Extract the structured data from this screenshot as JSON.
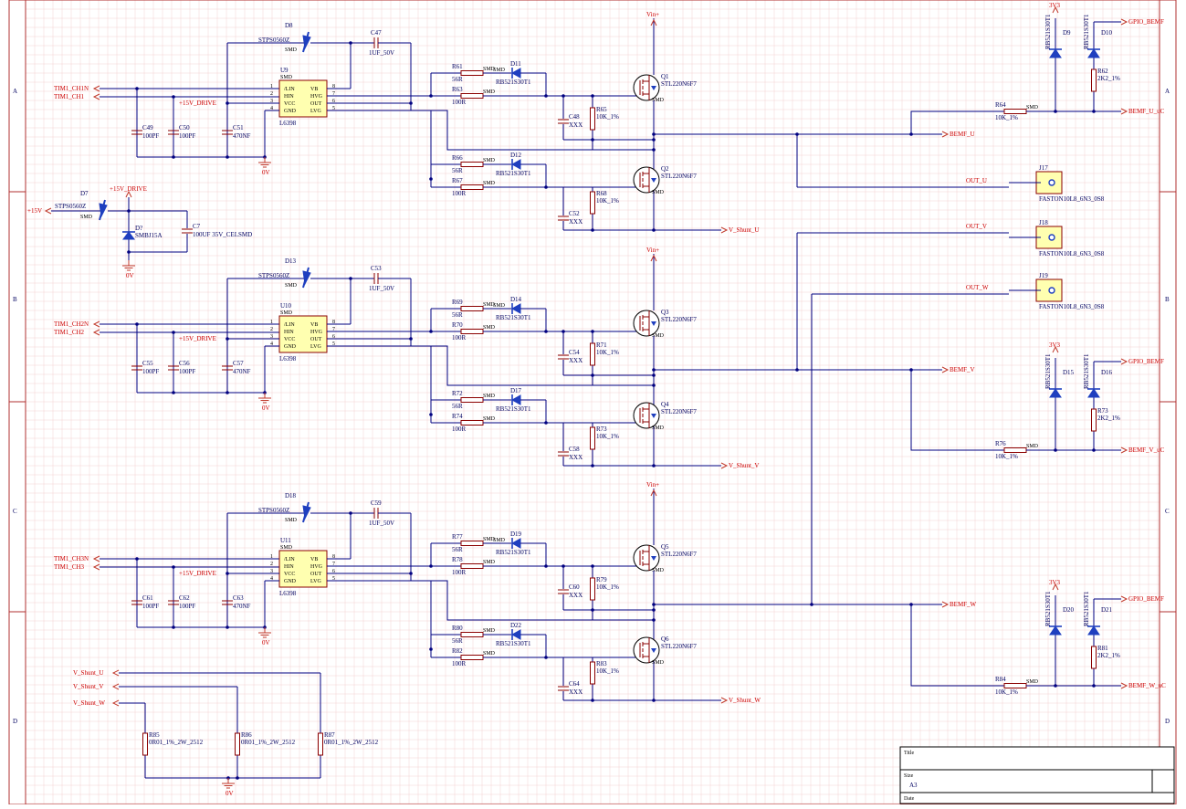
{
  "frame": {
    "zones_left": [
      "A",
      "B",
      "C",
      "D"
    ],
    "title_block": {
      "title_label": "Title",
      "size_label": "Size",
      "size_value": "A3",
      "date_label": "Date"
    }
  },
  "net_labels": {
    "vin": "Vin+",
    "v3v3": "3V3",
    "gpio_bemf": "GPIO_BEMF",
    "gnd": "0V",
    "v15": "+15V",
    "v15_drive": "+15V_DRIVE",
    "tim1_ch1n": "TIM1_CH1N",
    "tim1_ch1": "TIM1_CH1",
    "tim1_ch2n": "TIM1_CH2N",
    "tim1_ch2": "TIM1_CH2",
    "tim1_ch3n": "TIM1_CH3N",
    "tim1_ch3": "TIM1_CH3",
    "bemf_u": "BEMF_U",
    "bemf_v": "BEMF_V",
    "bemf_w": "BEMF_W",
    "bemf_u_uc": "BEMF_U_uC",
    "bemf_v_uc": "BEMF_V_uC",
    "bemf_w_uc": "BEMF_W_uC",
    "out_u": "OUT_U",
    "out_v": "OUT_V",
    "out_w": "OUT_W",
    "v_shunt_u": "V_Shunt_U",
    "v_shunt_v": "V_Shunt_V",
    "v_shunt_w": "V_Shunt_W"
  },
  "driver": {
    "part": "L6398",
    "pkg": "SMD",
    "pins_left": [
      "/LIN",
      "HIN",
      "VCC",
      "GND"
    ],
    "pins_right": [
      "VB",
      "HVG",
      "OUT",
      "LVG"
    ],
    "pin_numbers_left": [
      "1",
      "2",
      "3",
      "4"
    ],
    "pin_numbers_right": [
      "8",
      "7",
      "6",
      "5"
    ],
    "bootstrap_diode": "STPS0560Z",
    "bootstrap_cap": "1UF_50V"
  },
  "phases": [
    {
      "ic": "U9",
      "diode": "D8",
      "cap": "C47",
      "c_in1": "C49",
      "c_in2": "C50",
      "c_vcc": "C51",
      "r_h": "R61",
      "r_h2": "R63",
      "d_h": "D11",
      "r_pd_h": "R65",
      "c_h": "C48",
      "q_h": "Q1",
      "r_l": "R66",
      "r_l2": "R67",
      "d_l": "D12",
      "r_pd_l": "R68",
      "c_l": "C52",
      "q_l": "Q2"
    },
    {
      "ic": "U10",
      "diode": "D13",
      "cap": "C53",
      "c_in1": "C55",
      "c_in2": "C56",
      "c_vcc": "C57",
      "r_h": "R69",
      "r_h2": "R70",
      "d_h": "D14",
      "r_pd_h": "R71",
      "c_h": "C54",
      "q_h": "Q3",
      "r_l": "R72",
      "r_l2": "R74",
      "d_l": "D17",
      "r_pd_l": "R73",
      "c_l": "C58",
      "q_l": "Q4"
    },
    {
      "ic": "U11",
      "diode": "D18",
      "cap": "C59",
      "c_in1": "C61",
      "c_in2": "C62",
      "c_vcc": "C63",
      "r_h": "R77",
      "r_h2": "R78",
      "d_h": "D19",
      "r_pd_h": "R79",
      "c_h": "C60",
      "q_h": "Q5",
      "r_l": "R80",
      "r_l2": "R82",
      "d_l": "D22",
      "r_pd_l": "R83",
      "c_l": "C64",
      "q_l": "Q6"
    }
  ],
  "values": {
    "c100pf": "100PF",
    "c470nf": "470NF",
    "r56": "56R",
    "r100": "100R",
    "r10k": "10K_1%",
    "r2k2": "2K2_1%",
    "xxx": "XXX",
    "fet": "STL220N6F7",
    "rb": "RB521S30T1",
    "smd": "SMD"
  },
  "supply": {
    "diode": "D7",
    "diode_part": "STPS0560Z",
    "tvs": "D?",
    "tvs_part": "SMBJ15A",
    "cap": "C7",
    "cap_value": "100UF 35V_CELSMD"
  },
  "bemf": [
    {
      "r_series": "R64",
      "r_div": "R62",
      "d_a": "D9",
      "d_b": "D10"
    },
    {
      "r_series": "R76",
      "r_div": "R73",
      "d_a": "D15",
      "d_b": "D16"
    },
    {
      "r_series": "R84",
      "r_div": "R81",
      "d_a": "D20",
      "d_b": "D21"
    }
  ],
  "connectors": [
    {
      "ref": "J17",
      "part": "FASTON10L8_6N3_0S8"
    },
    {
      "ref": "J18",
      "part": "FASTON10L8_6N3_0S8"
    },
    {
      "ref": "J19",
      "part": "FASTON10L8_6N3_0S8"
    }
  ],
  "shunts": [
    {
      "ref": "R85",
      "value": "0R01_1%_2W_2512"
    },
    {
      "ref": "R86",
      "value": "0R01_1%_2W_2512"
    },
    {
      "ref": "R87",
      "value": "0R01_1%_2W_2512"
    }
  ]
}
